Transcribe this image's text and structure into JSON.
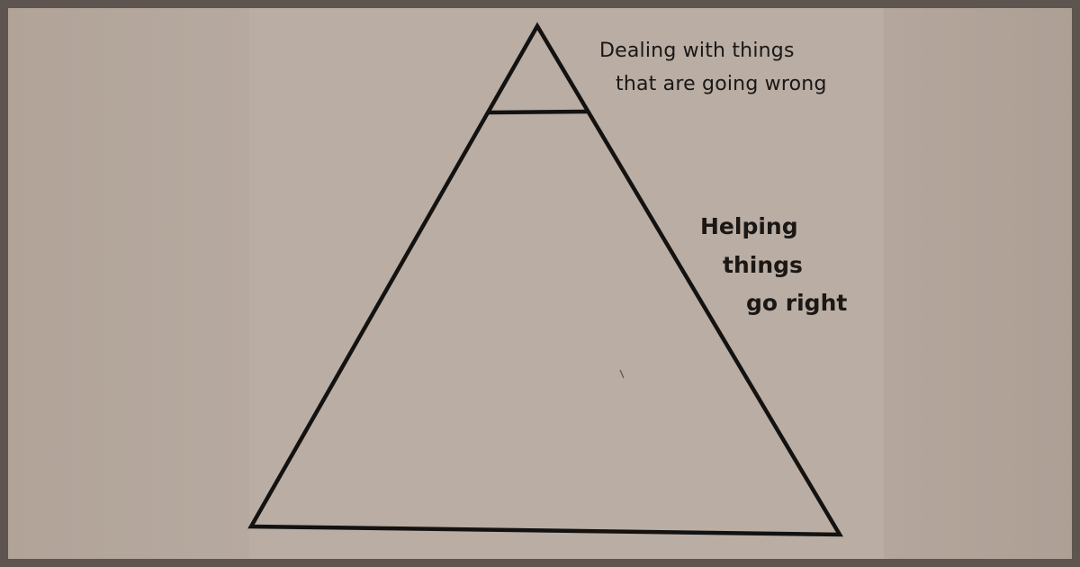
{
  "diagram": {
    "top_label_lines": [
      "Dealing with things",
      "that are going wrong"
    ],
    "main_label_lines": [
      "Helping",
      "things",
      "go right"
    ]
  }
}
